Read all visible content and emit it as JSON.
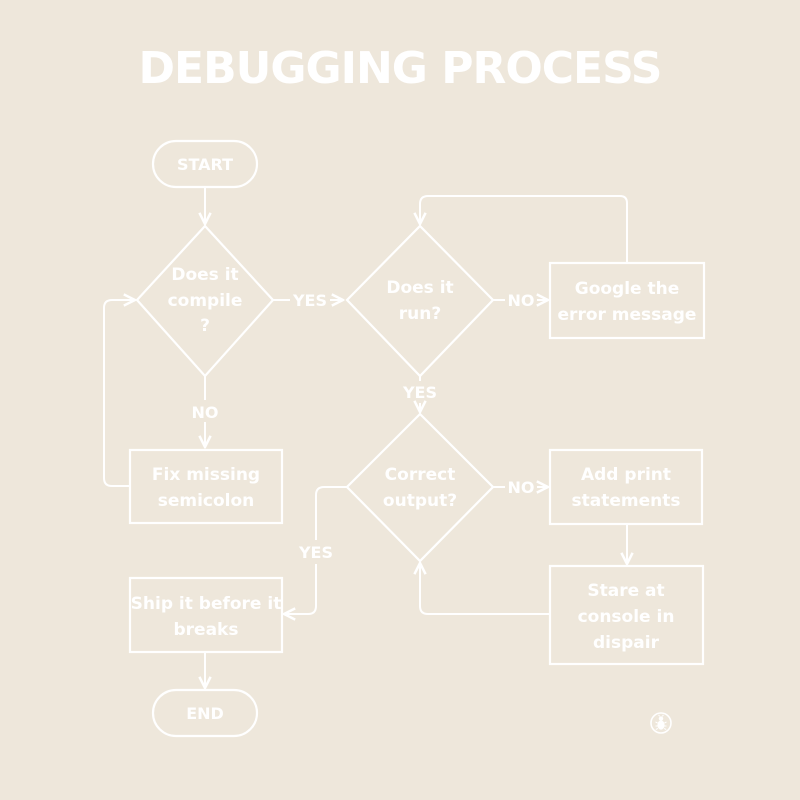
{
  "title": "DEBUGGING PROCESS",
  "colors": {
    "background": "#EEE7DB",
    "stroke": "#FFFFFF",
    "text": "#FFFFFF"
  },
  "nodes": {
    "start": {
      "text": "START"
    },
    "compile": {
      "line1": "Does it",
      "line2": "compile",
      "line3": "?"
    },
    "run": {
      "line1": "Does it",
      "line2": "run?"
    },
    "google": {
      "line1": "Google the",
      "line2": "error message"
    },
    "fix": {
      "line1": "Fix missing",
      "line2": "semicolon"
    },
    "output": {
      "line1": "Correct",
      "line2": "output?"
    },
    "print": {
      "line1": "Add print",
      "line2": "statements"
    },
    "stare": {
      "line1": "Stare at",
      "line2": "console in",
      "line3": "dispair"
    },
    "ship": {
      "line1": "Ship it before it",
      "line2": "breaks"
    },
    "end": {
      "text": "END"
    }
  },
  "edges": {
    "compile_yes": "YES",
    "compile_no": "NO",
    "run_no": "NO",
    "run_yes": "YES",
    "output_no": "NO",
    "output_yes": "YES"
  },
  "logo_icon": "bug-icon"
}
